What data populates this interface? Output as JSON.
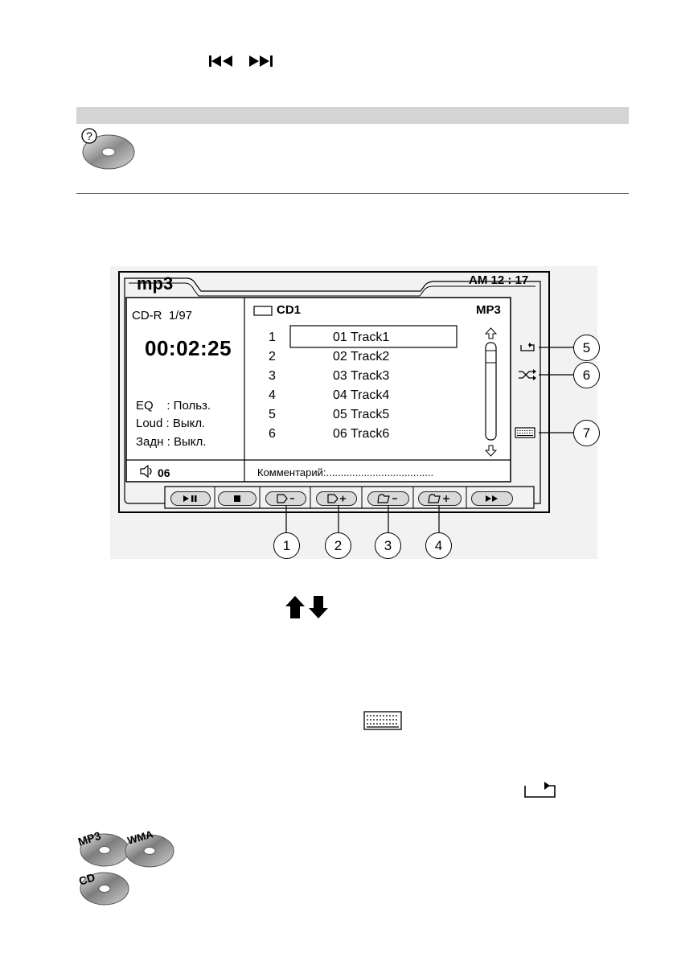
{
  "screen": {
    "title": "mp3",
    "clock": "AM 12 : 17",
    "disc_type": "CD-R  1/97",
    "elapsed": "00:02:25",
    "eq": "EQ    : Польз.",
    "loud": "Loud : Выкл.",
    "rear": "Задн : Выкл.",
    "volume": "06",
    "cd_label": "CD1",
    "format_label": "MP3",
    "comment": "Комментарий:.....................................",
    "tracks": [
      {
        "num": "1",
        "name": "01 Track1"
      },
      {
        "num": "2",
        "name": "02 Track2"
      },
      {
        "num": "3",
        "name": "03 Track3"
      },
      {
        "num": "4",
        "name": "04 Track4"
      },
      {
        "num": "5",
        "name": "05 Track5"
      },
      {
        "num": "6",
        "name": "06 Track6"
      }
    ],
    "selected_track_index": 0
  },
  "callouts": [
    "1",
    "2",
    "3",
    "4",
    "5",
    "6",
    "7"
  ],
  "discs": [
    "MP3",
    "WMA",
    "CD"
  ],
  "colors": {
    "band": "#d4d4d4",
    "screen_bg": "#f2f2f2",
    "button": "#d9d9d9"
  }
}
